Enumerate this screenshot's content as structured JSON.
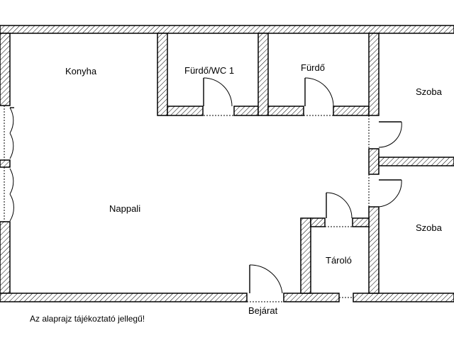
{
  "rooms": {
    "konyha": "Konyha",
    "furdo_wc": "Fürdő/WC 1",
    "furdo": "Fürdő",
    "szoba_top": "Szoba",
    "szoba_bottom": "Szoba",
    "nappali": "Nappali",
    "tarolo": "Tároló"
  },
  "entrance_label": "Bejárat",
  "note": "Az alaprajz tájékoztató jellegű!"
}
